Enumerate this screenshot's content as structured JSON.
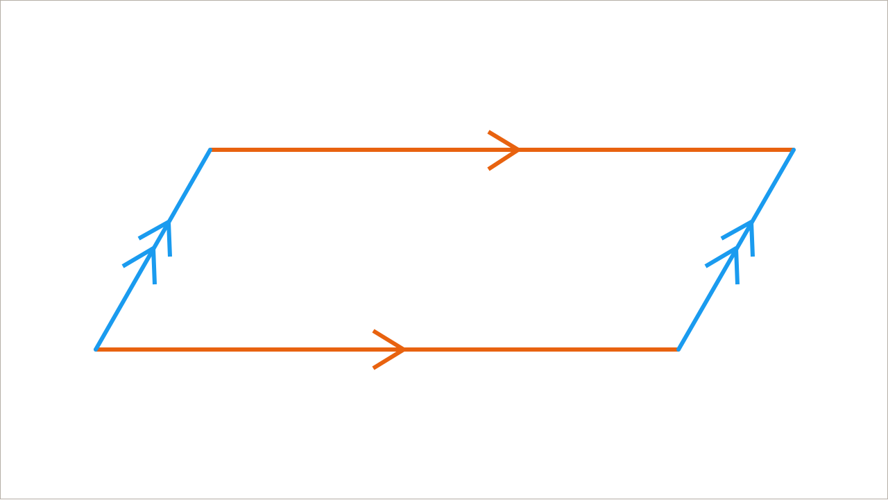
{
  "diagram": {
    "shape": "parallelogram",
    "colors": {
      "horizontal_sides": "#e8620f",
      "slanted_sides": "#1a9bef",
      "border": "#b5aea6"
    },
    "markers": {
      "horizontal_sides": "single-arrow",
      "slanted_sides": "double-arrow"
    }
  }
}
